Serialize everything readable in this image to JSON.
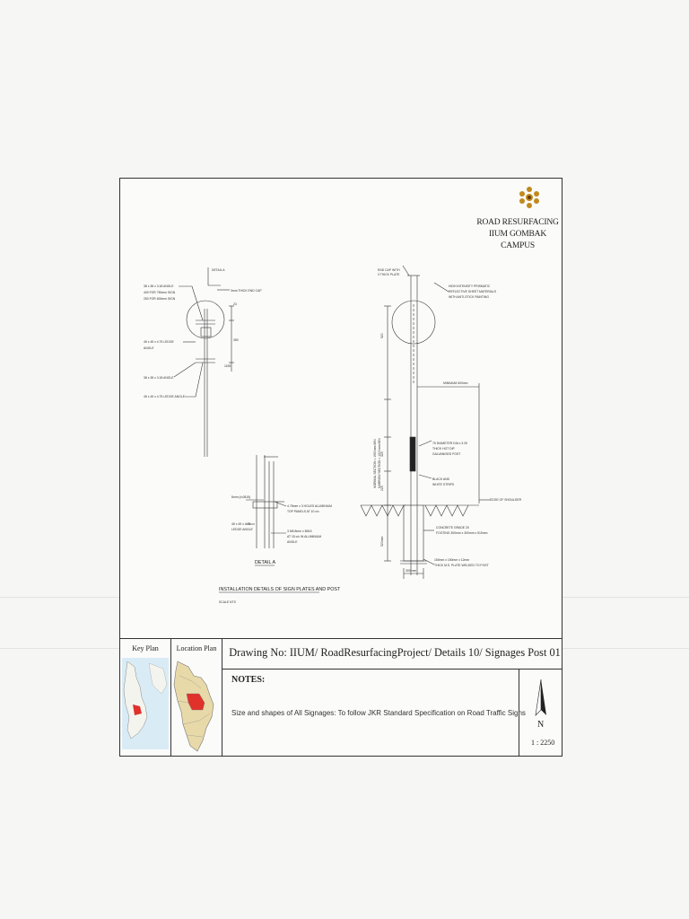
{
  "project": {
    "title_line1": "ROAD RESURFACING",
    "title_line2": "IIUM GOMBAK CAMPUS"
  },
  "titleblock": {
    "key_plan_label": "Key Plan",
    "location_plan_label": "Location Plan",
    "drawing_no": "Drawing No: IIUM/ RoadResurfacingProject/ Details 10/ Signages Post 01",
    "notes_label": "NOTES:",
    "notes_text": "Size and shapes of All Signages: To follow JKR Standard Specification on Road Traffic Signs",
    "north_label": "N",
    "scale": "1 : 2250"
  },
  "drawing": {
    "detail_a_callout": "DETAIL A",
    "left_labels": [
      "38 x 38 x 3.18 ANGLE",
      "400 FOR 750mm SIGN",
      "250 FOR 600mm SIGN",
      "45 x 45 x 4.75 LEDGE",
      "ANGLE",
      "38 x 38 x 3.18 ANGLE",
      "45 x 45 x 4.75 LEDGE ANGLE"
    ],
    "end_cap_label": "3mm THICK END CAP",
    "dim_23": "23",
    "dim_350": "350",
    "dim_1155": "1155",
    "end_cap_plate": [
      "END CAP WITH",
      "3 THICK PLATE"
    ],
    "reflective_note": [
      "HIGH INTENSITY PRISMATIC",
      "REFLECTIVE SHEET MATERIALS",
      "WITH ANTI-STICK PAINTING"
    ],
    "minimum_label": "MINIMUM 600mm",
    "post_note": [
      "75 DIAMETER DIA x 3.25",
      "THICK HOT DIP",
      "GALVANISED POST"
    ],
    "strips_note": [
      "BLACK AND",
      "WHITE STRIPS"
    ],
    "shoulder_label": "EDGE OF SHOULDER",
    "footing_note": [
      "CONCRETE GRADE 20",
      "FOOTING 300mm x 300mm x 515mm"
    ],
    "plate_note": [
      "150mm x 150mm x 12mm",
      "THICK M.S. PLATE WELDED TO POST"
    ],
    "dim_300": "300 mm",
    "dim_525": "525",
    "dim_325": "325",
    "dim_225": "225",
    "dim_920": "920",
    "dim_520": "520mm",
    "section_labels": [
      "NORMAL SECTION = 1950mm MIN",
      "NARROW SECTION = 1200mm MIN"
    ],
    "detail_labels": [
      "8mm (t=0815)",
      "4.75mm x 3 HOLES ALUMINIUM",
      "TOP PANELS AT 10 c/c",
      "45 x 45 x 4.75",
      "LEDGE ANGLE",
      "3 M5.8mm x 6B15",
      "AT 15 c/c IN ALUMINIUM",
      "ANGLE"
    ],
    "detail_a_title": "DETAIL A",
    "installation_title": "INSTALLATION DETAILS OF SIGN PLATES AND POST",
    "nts": "SCALE NTS"
  },
  "colors": {
    "ink": "#333333",
    "paper": "#fbfbfa",
    "map_red": "#e0312b",
    "map_tan": "#e8d9a8",
    "map_blue": "#d9ecf6",
    "logo_gold": "#c08a1e"
  }
}
